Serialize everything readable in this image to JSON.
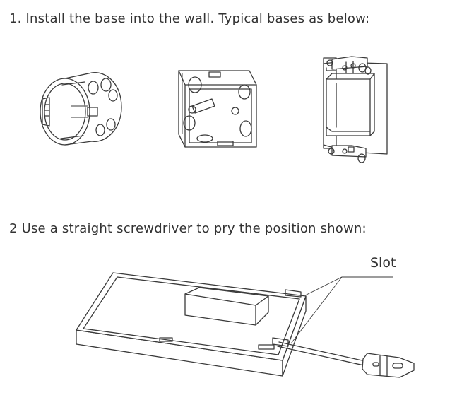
{
  "steps": {
    "step1": "1. Install the base into the wall. Typical bases as below:",
    "step2": "2  Use a straight screwdriver to pry the position shown:"
  },
  "diagram": {
    "slot_label": "Slot"
  }
}
